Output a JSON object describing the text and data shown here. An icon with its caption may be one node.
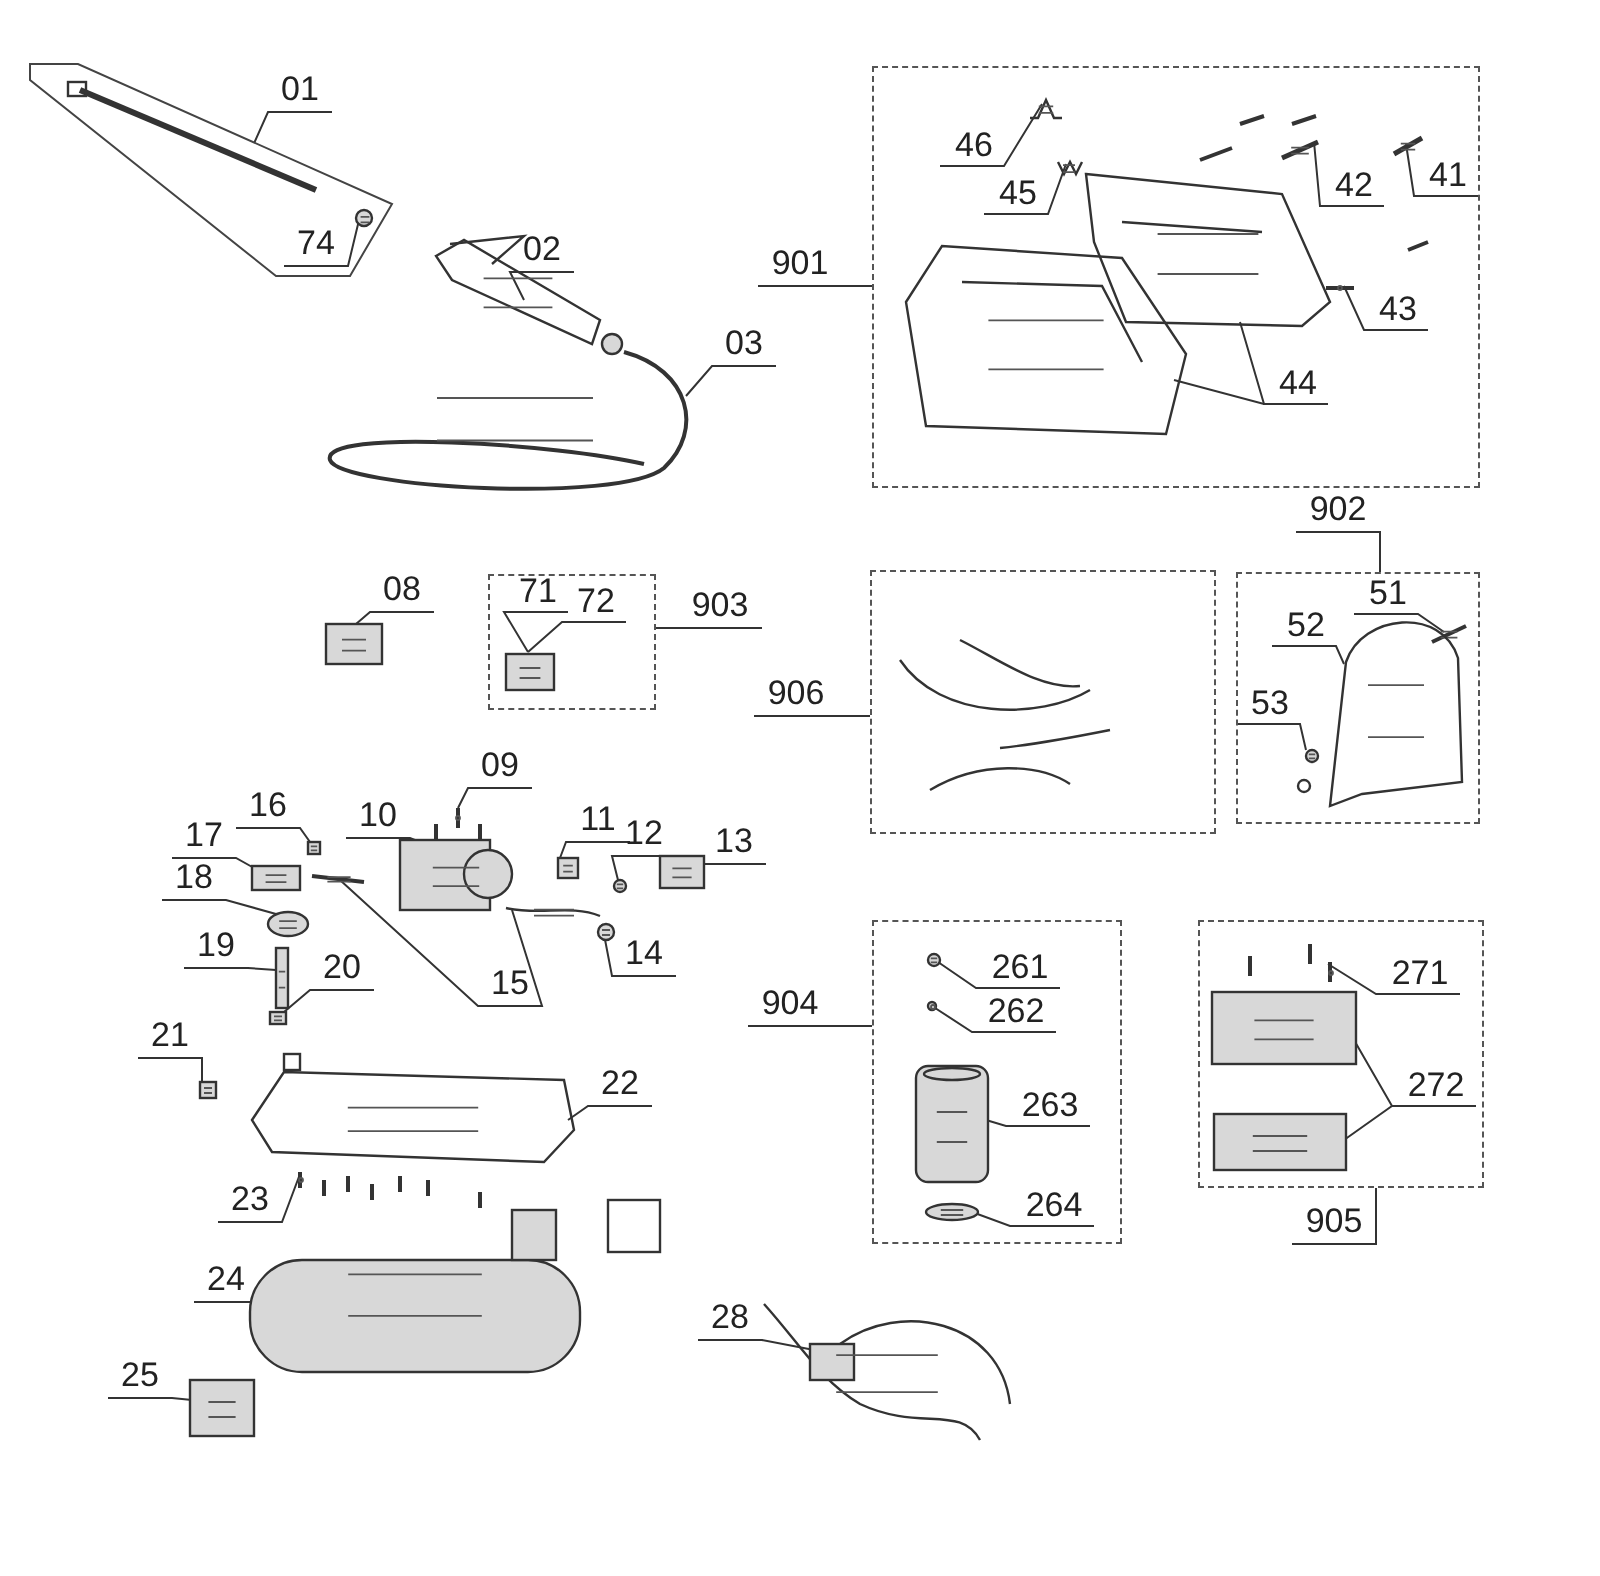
{
  "diagram": {
    "nodes": [
      {
        "text": [],
        "shape": "box"
      },
      {
        "text": [
          "01"
        ]
      },
      {
        "text": [
          "74"
        ],
        "in": 0
      },
      {
        "text": [
          "02"
        ]
      },
      {
        "text": [
          "03"
        ]
      },
      {
        "text": [],
        "shape": "box"
      },
      {
        "text": [
          "901"
        ]
      },
      {
        "text": [
          "46"
        ],
        "in": 5
      },
      {
        "text": [
          "45"
        ],
        "in": 5
      },
      {
        "text": [
          "42"
        ],
        "in": 5
      },
      {
        "text": [
          "41"
        ],
        "in": 5
      },
      {
        "text": [
          "43"
        ],
        "in": 5
      },
      {
        "text": [
          "44"
        ],
        "in": 5
      },
      {
        "text": [
          "902"
        ]
      },
      {
        "text": [],
        "shape": "box"
      },
      {
        "text": [
          "51"
        ],
        "in": 14
      },
      {
        "text": [
          "52"
        ],
        "in": 14
      },
      {
        "text": [
          "53"
        ],
        "in": 14
      },
      {
        "text": [
          "08"
        ]
      },
      {
        "text": [],
        "shape": "box"
      },
      {
        "text": [
          "71"
        ],
        "in": 19
      },
      {
        "text": [
          "72"
        ],
        "in": 19
      },
      {
        "text": [
          "903"
        ]
      },
      {
        "text": [
          "906"
        ]
      },
      {
        "text": [],
        "shape": "box"
      },
      {
        "text": [
          "09"
        ]
      },
      {
        "text": [
          "10"
        ]
      },
      {
        "text": [
          "16"
        ]
      },
      {
        "text": [
          "11"
        ]
      },
      {
        "text": [
          "12"
        ]
      },
      {
        "text": [
          "13"
        ]
      },
      {
        "text": [
          "17"
        ]
      },
      {
        "text": [
          "18"
        ]
      },
      {
        "text": [
          "14"
        ]
      },
      {
        "text": [
          "19"
        ]
      },
      {
        "text": [
          "20"
        ]
      },
      {
        "text": [
          "15"
        ]
      },
      {
        "text": [
          "904"
        ]
      },
      {
        "text": [],
        "shape": "box"
      },
      {
        "text": [
          "261"
        ],
        "in": 38
      },
      {
        "text": [
          "262"
        ],
        "in": 38
      },
      {
        "text": [
          "263"
        ],
        "in": 38
      },
      {
        "text": [
          "264"
        ],
        "in": 38
      },
      {
        "text": [],
        "shape": "box"
      },
      {
        "text": [
          "271"
        ],
        "in": 43
      },
      {
        "text": [
          "272"
        ],
        "in": 43
      },
      {
        "text": [
          "905"
        ]
      },
      {
        "text": [
          "21"
        ]
      },
      {
        "text": [
          "22"
        ]
      },
      {
        "text": [
          "23"
        ]
      },
      {
        "text": [
          "24"
        ]
      },
      {
        "text": [
          "25"
        ]
      },
      {
        "text": [
          "28"
        ]
      },
      {
        "text": [],
        "shape": "picture",
        "in": 0
      },
      {
        "text": [],
        "shape": "picture"
      },
      {
        "text": [],
        "shape": "picture"
      },
      {
        "text": [],
        "shape": "picture",
        "in": 5
      },
      {
        "text": [],
        "shape": "picture",
        "in": 5
      },
      {
        "text": [],
        "shape": "picture",
        "in": 5
      },
      {
        "text": [],
        "shape": "picture",
        "in": 5
      },
      {
        "text": [],
        "shape": "picture",
        "in": 5
      },
      {
        "text": [],
        "shape": "picture",
        "in": 5
      },
      {
        "text": [],
        "shape": "picture",
        "in": 5
      },
      {
        "text": [],
        "shape": "picture",
        "in": 14
      },
      {
        "text": [],
        "shape": "picture",
        "in": 14
      },
      {
        "text": [],
        "shape": "picture",
        "in": 14
      },
      {
        "text": [],
        "shape": "picture"
      },
      {
        "text": [],
        "shape": "picture",
        "in": 19
      },
      {
        "text": [],
        "shape": "picture"
      },
      {
        "text": [],
        "shape": "picture"
      },
      {
        "text": [],
        "shape": "picture"
      },
      {
        "text": [],
        "shape": "picture"
      },
      {
        "text": [],
        "shape": "picture"
      },
      {
        "text": [],
        "shape": "picture"
      },
      {
        "text": [],
        "shape": "picture"
      },
      {
        "text": [],
        "shape": "picture"
      },
      {
        "text": [],
        "shape": "picture"
      },
      {
        "text": [],
        "shape": "picture"
      },
      {
        "text": [],
        "shape": "picture"
      },
      {
        "text": [],
        "shape": "picture"
      },
      {
        "text": [],
        "shape": "picture"
      },
      {
        "text": [],
        "shape": "picture",
        "in": 38
      },
      {
        "text": [],
        "shape": "picture",
        "in": 38
      },
      {
        "text": [],
        "shape": "picture",
        "in": 38
      },
      {
        "text": [],
        "shape": "picture",
        "in": 38
      },
      {
        "text": [],
        "shape": "picture",
        "in": 43
      },
      {
        "text": [],
        "shape": "picture",
        "in": 43
      },
      {
        "text": [],
        "shape": "picture",
        "in": 43
      },
      {
        "text": [],
        "shape": "picture"
      },
      {
        "text": [],
        "shape": "picture"
      },
      {
        "text": [],
        "shape": "picture"
      },
      {
        "text": [],
        "shape": "picture"
      },
      {
        "text": [],
        "shape": "picture"
      },
      {
        "text": [],
        "shape": "picture"
      }
    ],
    "edges": [
      {
        "from": 1,
        "to": 0,
        "arrow": "none"
      },
      {
        "from": 2,
        "to": 53,
        "arrow": "none"
      },
      {
        "from": 3,
        "to": 54,
        "arrow": "none"
      },
      {
        "from": 4,
        "to": 55,
        "arrow": "none"
      },
      {
        "from": 6,
        "to": 5,
        "arrow": "none"
      },
      {
        "from": 7,
        "to": 56,
        "arrow": "none"
      },
      {
        "from": 8,
        "to": 57,
        "arrow": "none"
      },
      {
        "from": 9,
        "to": 58,
        "arrow": "none"
      },
      {
        "from": 10,
        "to": 59,
        "arrow": "none"
      },
      {
        "from": 11,
        "to": 60,
        "arrow": "none"
      },
      {
        "from": 12,
        "to": 61,
        "arrow": "none"
      },
      {
        "from": 12,
        "to": 62,
        "arrow": "none"
      },
      {
        "from": 13,
        "to": 14,
        "arrow": "none"
      },
      {
        "from": 15,
        "to": 63,
        "arrow": "none"
      },
      {
        "from": 16,
        "to": 64,
        "arrow": "none"
      },
      {
        "from": 17,
        "to": 65,
        "arrow": "none"
      },
      {
        "from": 18,
        "to": 66,
        "arrow": "none"
      },
      {
        "from": 20,
        "to": 67,
        "arrow": "none"
      },
      {
        "from": 21,
        "to": 67,
        "arrow": "none"
      },
      {
        "from": 22,
        "to": 19,
        "arrow": "none"
      },
      {
        "from": 23,
        "to": 24,
        "arrow": "none"
      },
      {
        "from": 25,
        "to": 68,
        "arrow": "none"
      },
      {
        "from": 26,
        "to": 69,
        "arrow": "none"
      },
      {
        "from": 27,
        "to": 70,
        "arrow": "none"
      },
      {
        "from": 28,
        "to": 71,
        "arrow": "none"
      },
      {
        "from": 29,
        "to": 72,
        "arrow": "none"
      },
      {
        "from": 30,
        "to": 73,
        "arrow": "none"
      },
      {
        "from": 31,
        "to": 74,
        "arrow": "none"
      },
      {
        "from": 32,
        "to": 75,
        "arrow": "none"
      },
      {
        "from": 33,
        "to": 76,
        "arrow": "none"
      },
      {
        "from": 34,
        "to": 77,
        "arrow": "none"
      },
      {
        "from": 35,
        "to": 78,
        "arrow": "none"
      },
      {
        "from": 36,
        "to": 79,
        "arrow": "none"
      },
      {
        "from": 36,
        "to": 80,
        "arrow": "none"
      },
      {
        "from": 37,
        "to": 38,
        "arrow": "none"
      },
      {
        "from": 39,
        "to": 81,
        "arrow": "none"
      },
      {
        "from": 40,
        "to": 82,
        "arrow": "none"
      },
      {
        "from": 41,
        "to": 83,
        "arrow": "none"
      },
      {
        "from": 42,
        "to": 84,
        "arrow": "none"
      },
      {
        "from": 44,
        "to": 85,
        "arrow": "none"
      },
      {
        "from": 45,
        "to": 86,
        "arrow": "none"
      },
      {
        "from": 45,
        "to": 87,
        "arrow": "none"
      },
      {
        "from": 46,
        "to": 43,
        "arrow": "none"
      },
      {
        "from": 47,
        "to": 88,
        "arrow": "none"
      },
      {
        "from": 48,
        "to": 89,
        "arrow": "none"
      },
      {
        "from": 49,
        "to": 90,
        "arrow": "none"
      },
      {
        "from": 50,
        "to": 91,
        "arrow": "none"
      },
      {
        "from": 51,
        "to": 92,
        "arrow": "none"
      },
      {
        "from": 52,
        "to": 93,
        "arrow": "none"
      }
    ]
  }
}
